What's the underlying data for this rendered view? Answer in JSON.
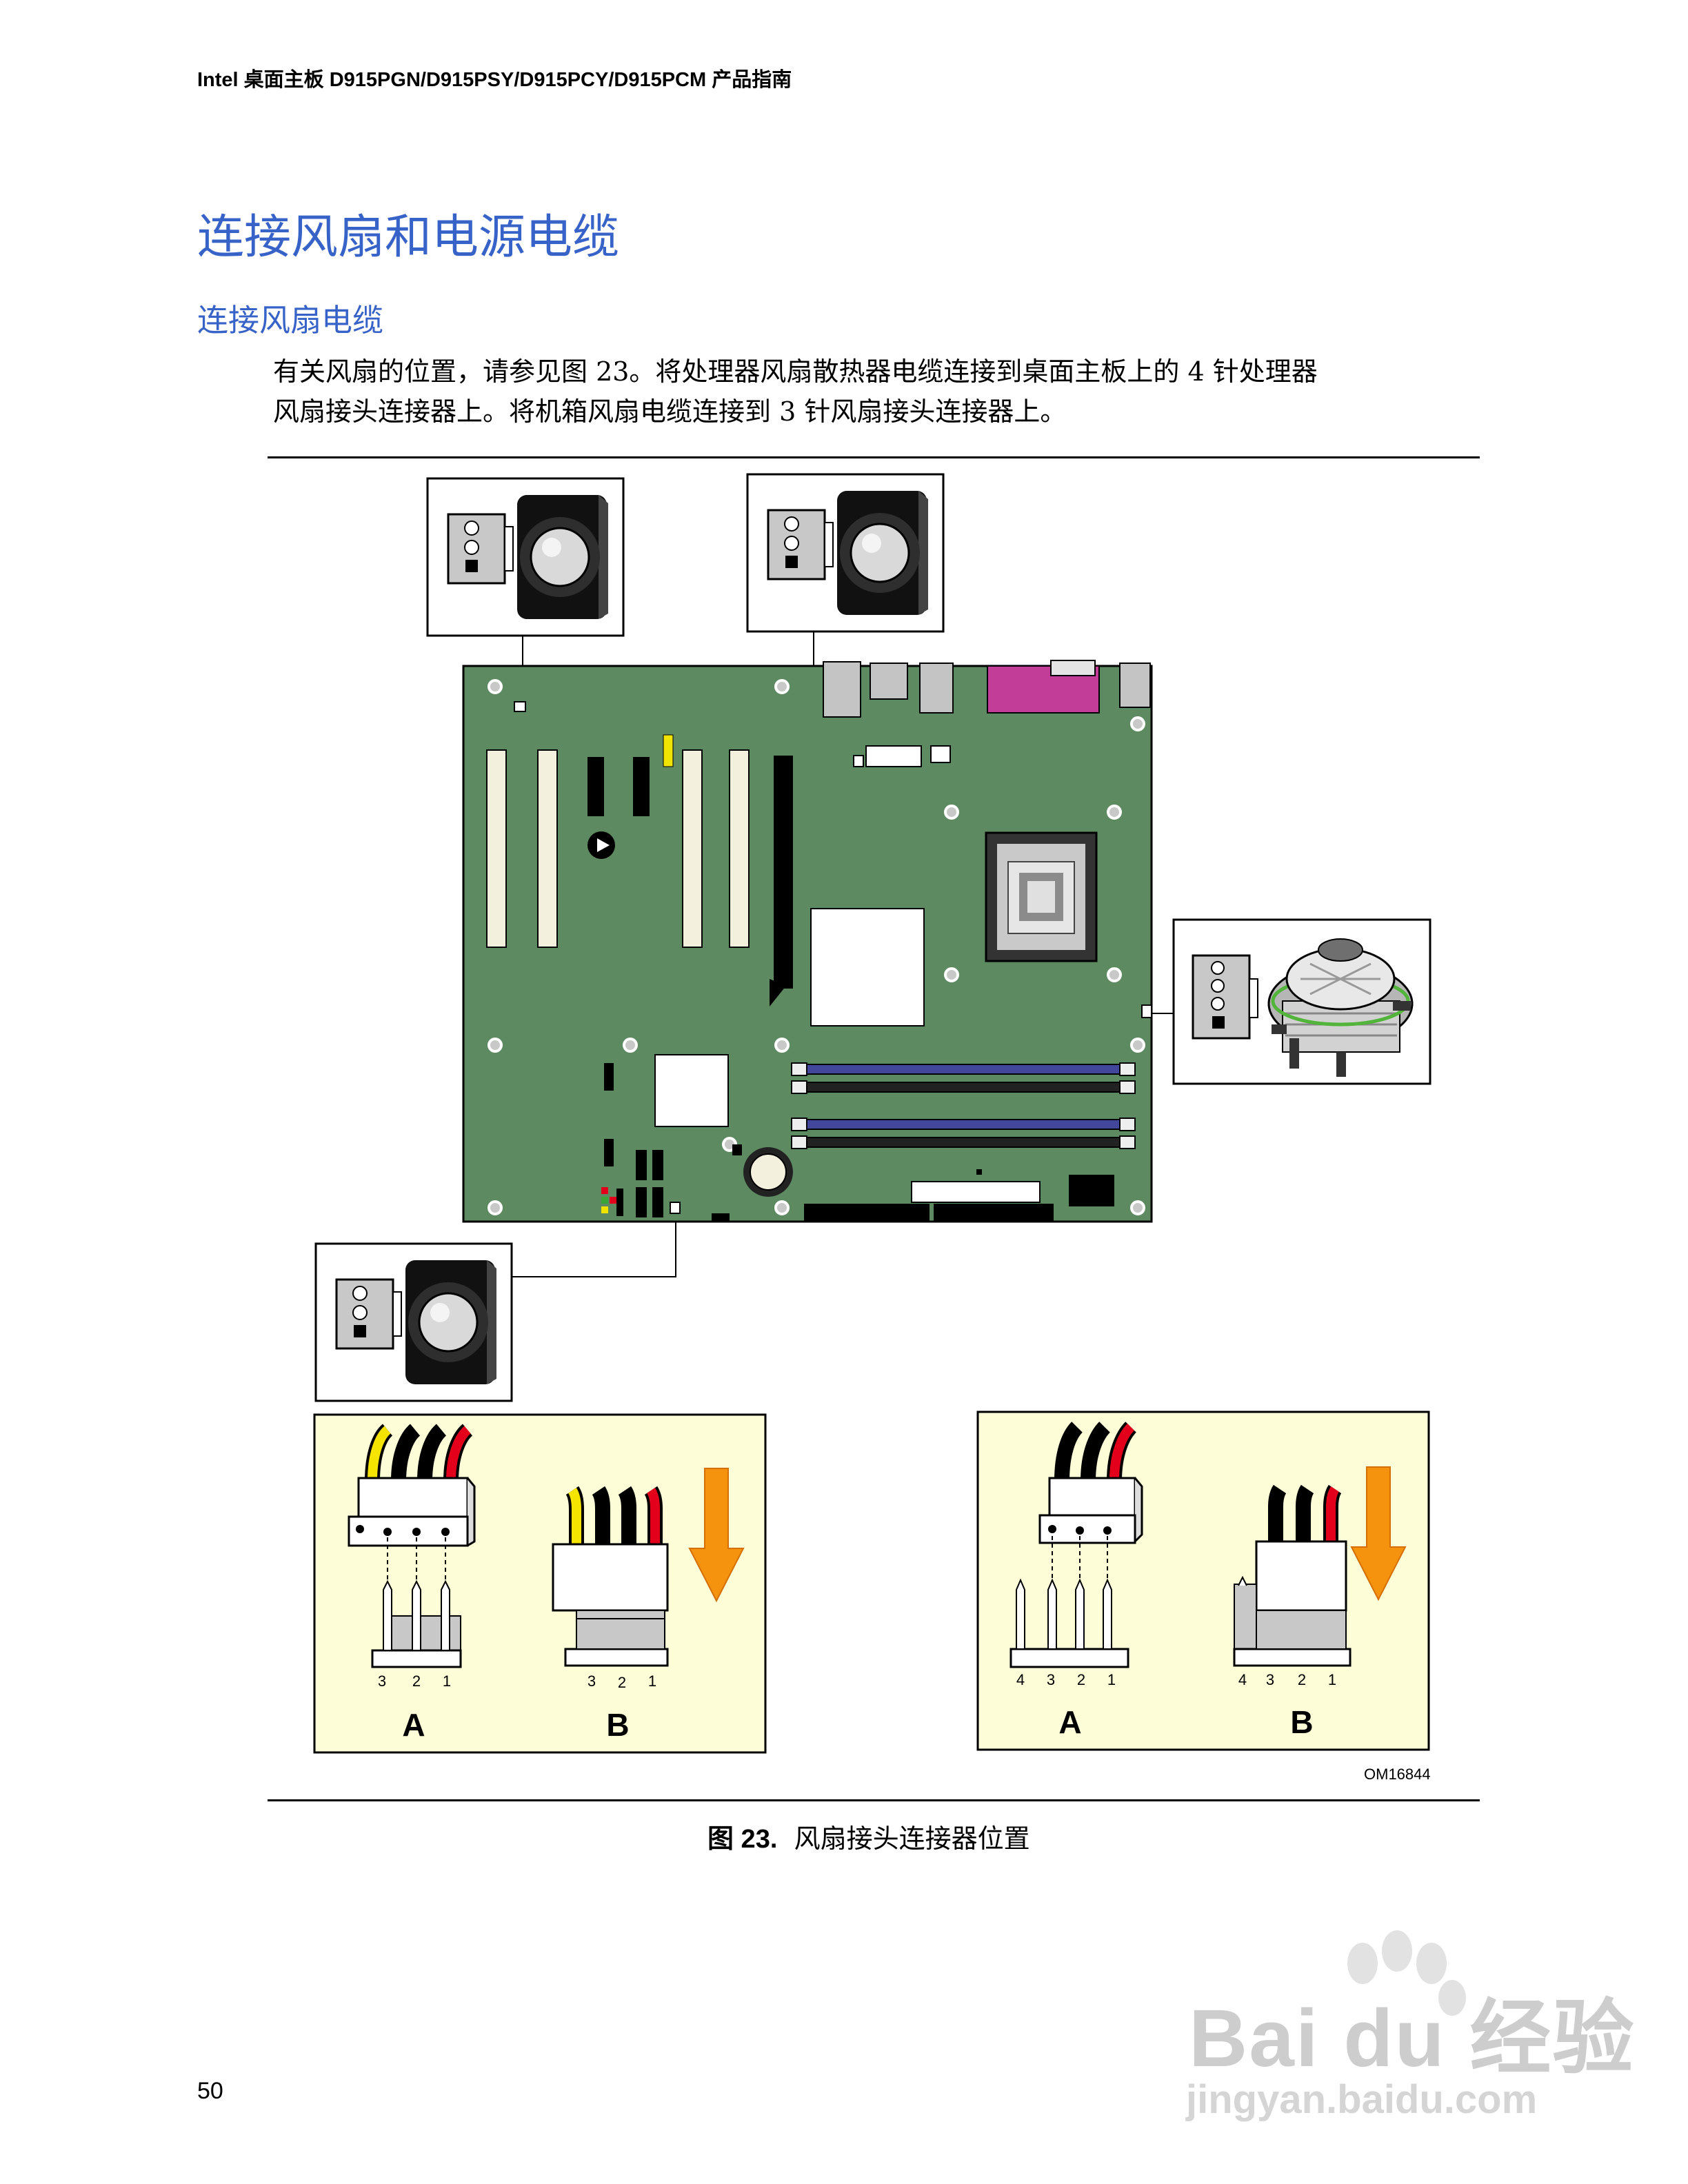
{
  "header": {
    "running_title": "Intel 桌面主板 D915PGN/D915PSY/D915PCY/D915PCM 产品指南"
  },
  "section": {
    "title": "连接风扇和电源电缆"
  },
  "subsection": {
    "title": "连接风扇电缆"
  },
  "body": {
    "line1": "有关风扇的位置，请参见图 23。将处理器风扇散热器电缆连接到桌面主板上的 4 针处理器",
    "line2": "风扇接头连接器上。将机箱风扇电缆连接到 3 针风扇接头连接器上。"
  },
  "figure": {
    "id": "OM16844",
    "caption_number": "图 23.",
    "caption_text": "风扇接头连接器位置",
    "panel_3pin": {
      "pins": [
        "3",
        "2",
        "1"
      ],
      "pins_b": [
        "3",
        "2",
        "1"
      ],
      "label_a": "A",
      "label_b": "B"
    },
    "panel_4pin": {
      "pins": [
        "4",
        "3",
        "2",
        "1"
      ],
      "pins_b": [
        "4",
        "3",
        "2",
        "1"
      ],
      "label_a": "A",
      "label_b": "B"
    },
    "colors": {
      "board": "#5e8a62",
      "dimm_blue": "#43479c",
      "panel_bg": "#fdfdd8",
      "arrow": "#f5930f",
      "wire_yellow": "#f5e400",
      "wire_red": "#e3001b",
      "title_blue": "#3763c9"
    }
  },
  "page": {
    "number": "50"
  },
  "watermark": {
    "brand": "Bai du 经验",
    "url": "jingyan.baidu.com"
  }
}
